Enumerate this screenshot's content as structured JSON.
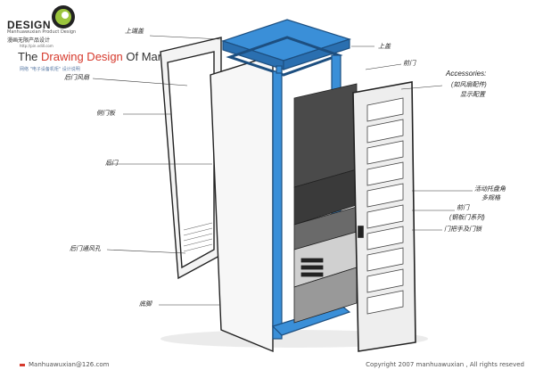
{
  "brand": {
    "logo_text": "DESIGN",
    "subtitle": "Manhuawuxian Product Design",
    "chinese_name": "漫画无限产品设计",
    "website": "http://pin.vdill.com"
  },
  "headline": {
    "prefix": "The ",
    "accent_word": "Drawing Design",
    "suffix": " Of Manhuawuxian"
  },
  "caption": "网络 \"电子设备机柜\" 设计说明",
  "annotations": {
    "top_cover": "上端盖",
    "top_plate": "上盖",
    "side_door_label": "前门",
    "accessories": "Accessories:",
    "accessories_line2": "(如风扇配件)",
    "accessories_line3": "显示配置",
    "rear_exhaust": "后门风扇",
    "side_panel": "侧门板",
    "rear_door": "后门",
    "rear_vent": "后门通风孔",
    "base": "底脚",
    "adjustable_shelf": "活动托盘角",
    "adjustable_shelf_2": "多规格",
    "front_door": "前门",
    "front_door_note": "(钢板门系列)",
    "door_handle": "门把手及门锁"
  },
  "footer": {
    "email": "Manhuawuxian@126.com",
    "copyright": "Copyright 2007 manhuawuxian , All rights reseved"
  },
  "colors": {
    "accent_red": "#d6392c",
    "frame_blue": "#3a8fd8",
    "ink": "#222222",
    "logo_green": "#9bc53d"
  }
}
